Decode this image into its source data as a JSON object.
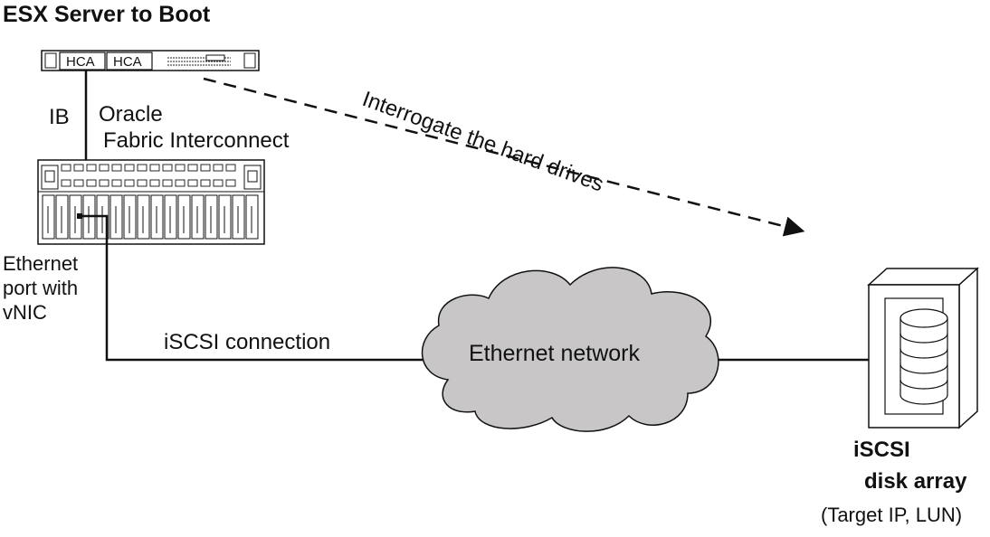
{
  "title": "ESX Server to Boot",
  "server": {
    "ports": [
      "HCA",
      "HCA"
    ]
  },
  "links": {
    "ib": "IB",
    "interrogate": "Interrogate the hard drives",
    "iscsi_connection": "iSCSI connection"
  },
  "interconnect": {
    "line1": "Oracle",
    "line2": "Fabric Interconnect"
  },
  "ethernet_port": {
    "line1": "Ethernet",
    "line2": "port with",
    "line3": "vNIC"
  },
  "network": {
    "label": "Ethernet network",
    "color": "#c8c6c6"
  },
  "disk_array": {
    "line1": "iSCSI",
    "line2": "disk array",
    "line3": "(Target IP, LUN)"
  }
}
